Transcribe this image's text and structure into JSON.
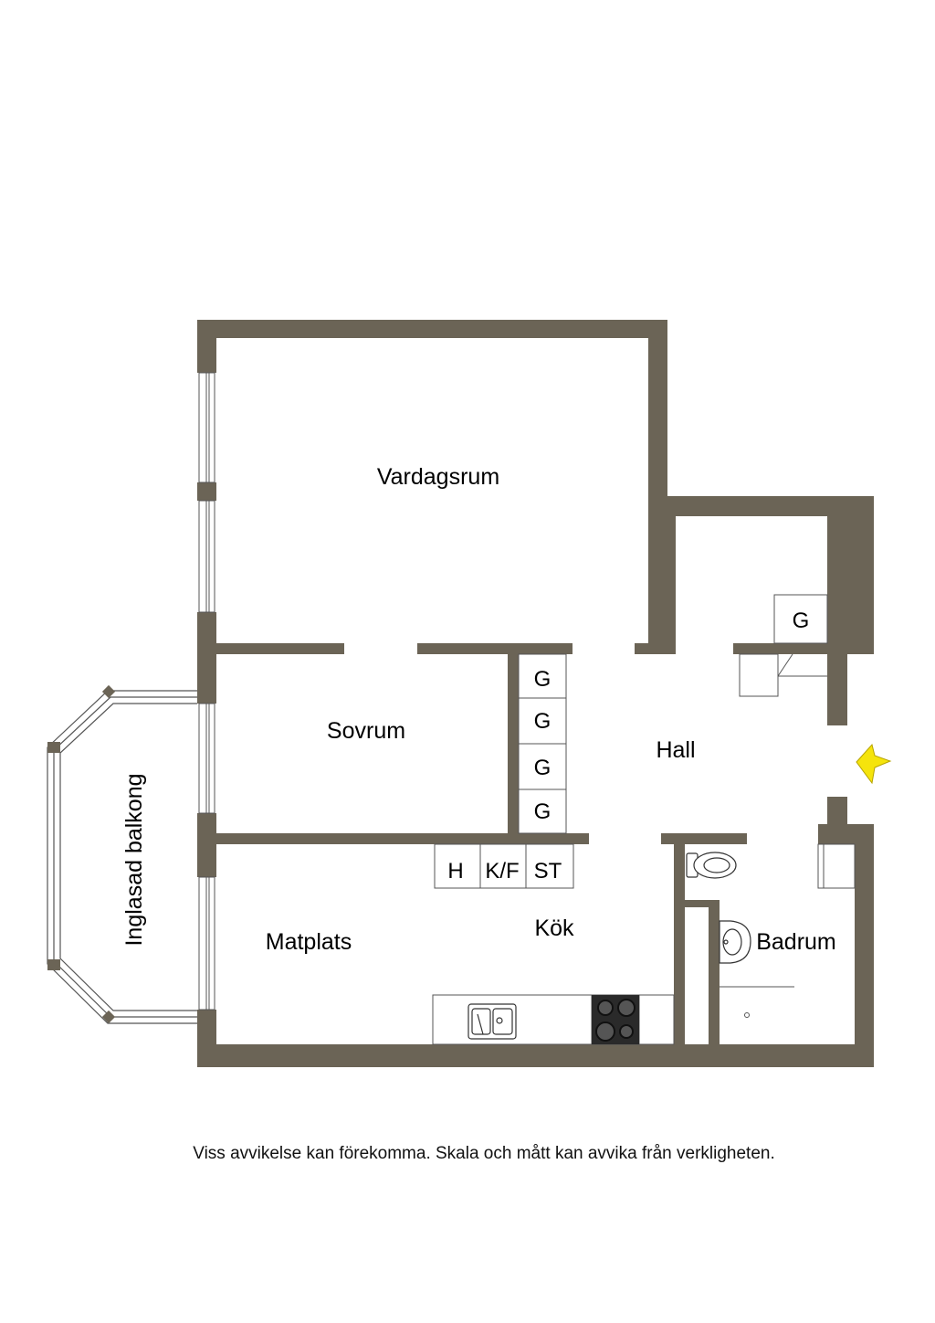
{
  "colors": {
    "wall": "#6b6456",
    "arrow": "#f5e40c",
    "line": "#555555"
  },
  "rooms": {
    "vardagsrum": "Vardagsrum",
    "sovrum": "Sovrum",
    "hall": "Hall",
    "matplats": "Matplats",
    "kok": "Kök",
    "badrum": "Badrum",
    "balkong": "Inglasad balkong"
  },
  "fixtures": {
    "wardrobe": "G",
    "hood": "H",
    "fridge": "K/F",
    "cupboard": "ST"
  },
  "disclaimer": "Viss avvikelse kan förekomma. Skala och mått kan avvika från verkligheten.",
  "icons": {
    "entrance": "entrance-arrow-icon",
    "sink": "sink-icon",
    "stove": "stove-icon",
    "toilet": "toilet-icon",
    "washbasin": "washbasin-icon"
  }
}
